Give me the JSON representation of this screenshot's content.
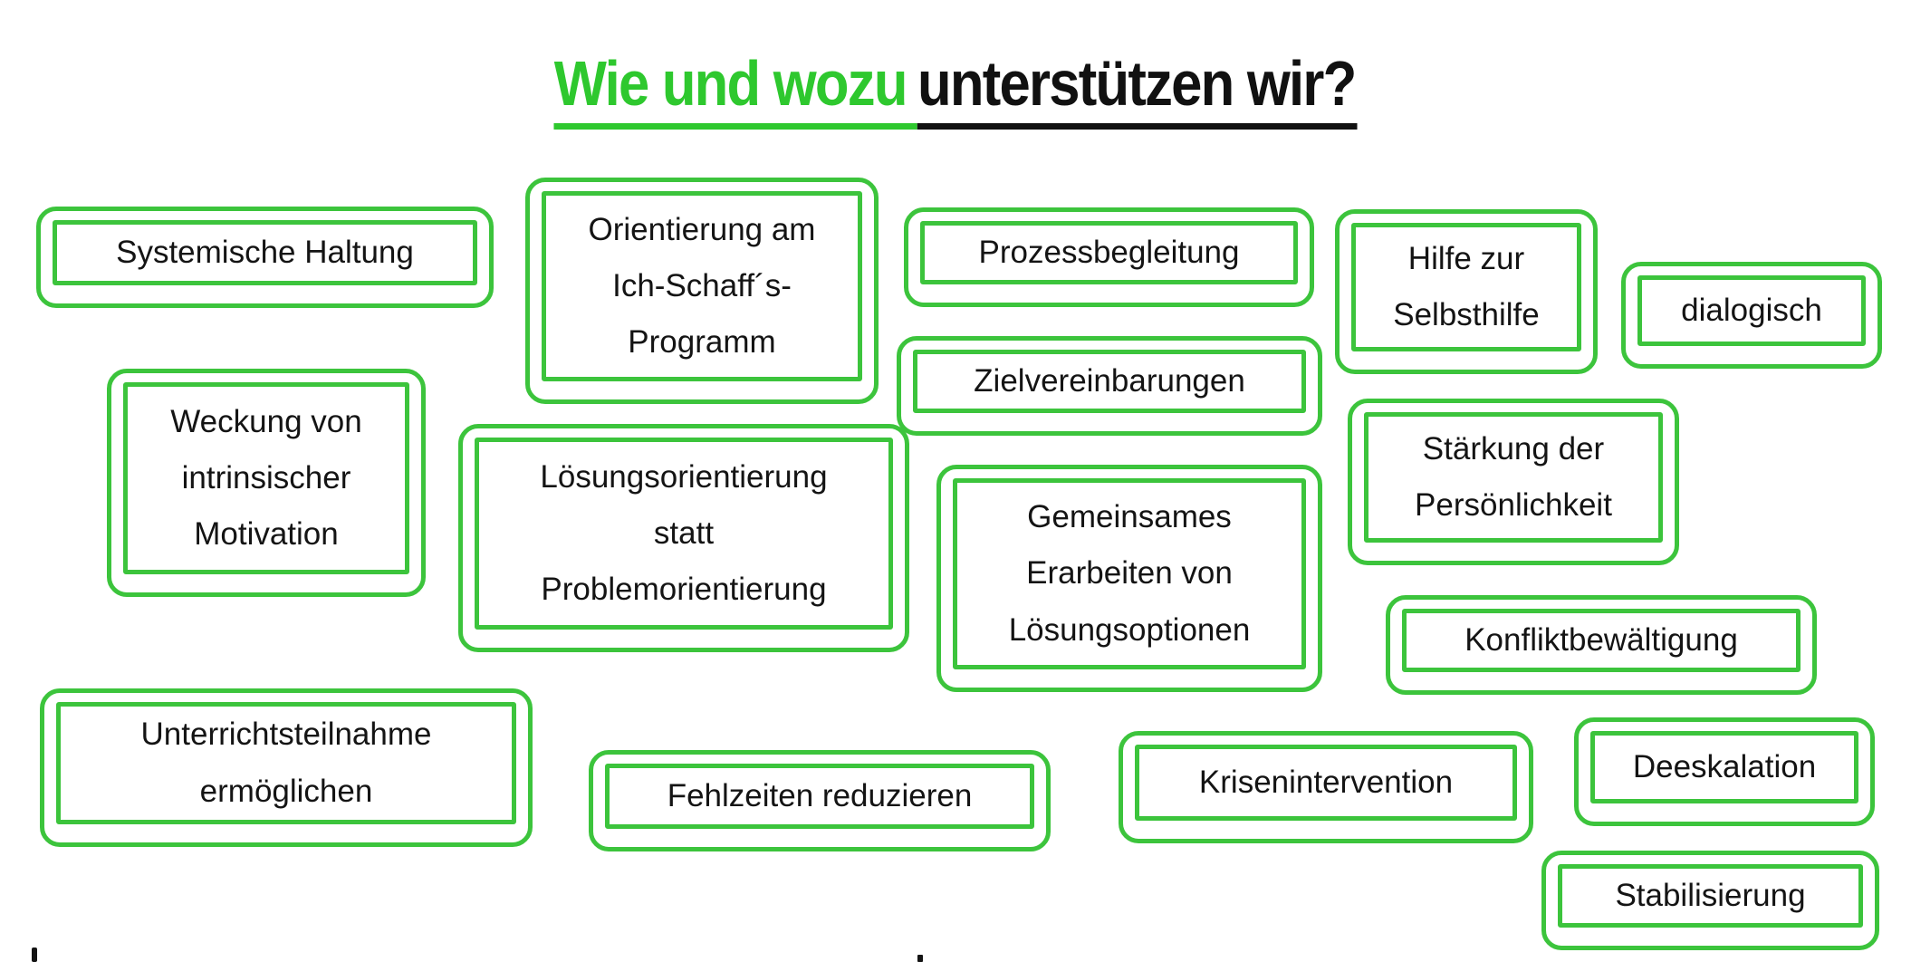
{
  "title": {
    "green_part": "Wie und wozu",
    "black_part": " unterstützen wir?"
  },
  "colors": {
    "border_green": "#3cc43c",
    "title_green": "#2ec82e",
    "text_black": "#141414"
  },
  "boxes": [
    {
      "id": "systemische-haltung",
      "text": "Systemische Haltung"
    },
    {
      "id": "orientierung-ich-schaffs",
      "text": "Orientierung am\nIch-Schaff´s-\nProgramm"
    },
    {
      "id": "prozessbegleitung",
      "text": "Prozessbegleitung"
    },
    {
      "id": "zielvereinbarungen",
      "text": "Zielvereinbarungen"
    },
    {
      "id": "hilfe-zur-selbsthilfe",
      "text": "Hilfe zur\nSelbsthilfe"
    },
    {
      "id": "dialogisch",
      "text": "dialogisch"
    },
    {
      "id": "weckung-intrinsischer-motivation",
      "text": "Weckung von\nintrinsischer\nMotivation"
    },
    {
      "id": "loesungsorientierung",
      "text": "Lösungsorientierung\nstatt\nProblemorientierung"
    },
    {
      "id": "gemeinsames-erarbeiten",
      "text": "Gemeinsames\nErarbeiten von\nLösungsoptionen"
    },
    {
      "id": "staerkung-persoenlichkeit",
      "text": "Stärkung der\nPersönlichkeit"
    },
    {
      "id": "konfliktbewaeltigung",
      "text": "Konfliktbewältigung"
    },
    {
      "id": "unterrichtsteilnahme",
      "text": "Unterrichtsteilnahme\nermöglichen"
    },
    {
      "id": "fehlzeiten-reduzieren",
      "text": "Fehlzeiten reduzieren"
    },
    {
      "id": "krisenintervention",
      "text": "Krisenintervention"
    },
    {
      "id": "deeskalation",
      "text": "Deeskalation"
    },
    {
      "id": "stabilisierung",
      "text": "Stabilisierung"
    }
  ]
}
